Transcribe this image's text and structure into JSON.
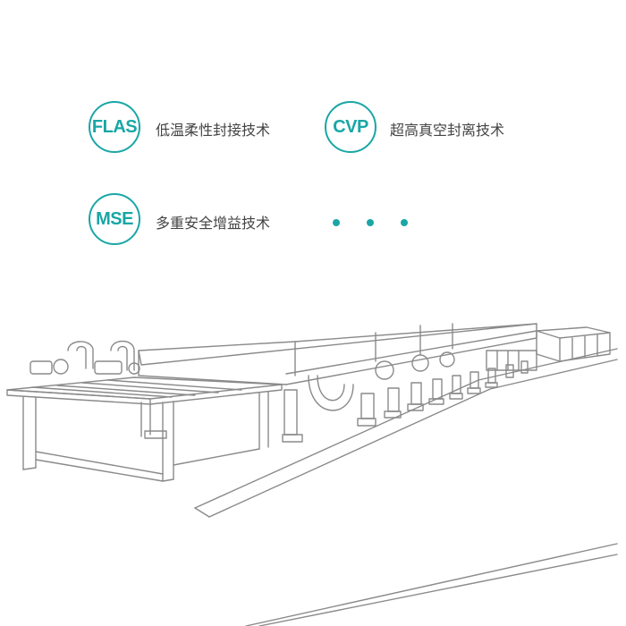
{
  "features": [
    {
      "code": "FLAS",
      "name": "低温柔性封接技术"
    },
    {
      "code": "CVP",
      "name": "超高真空封离技术"
    },
    {
      "code": "MSE",
      "name": "多重安全增益技术"
    }
  ],
  "more_indicator": {
    "icon": "ellipsis-dots-icon",
    "count": 3
  },
  "colors": {
    "accent": "#1aa6a6",
    "text": "#444444",
    "line": "#8a8a8a"
  },
  "illustration": {
    "icon": "production-line-illustration"
  }
}
